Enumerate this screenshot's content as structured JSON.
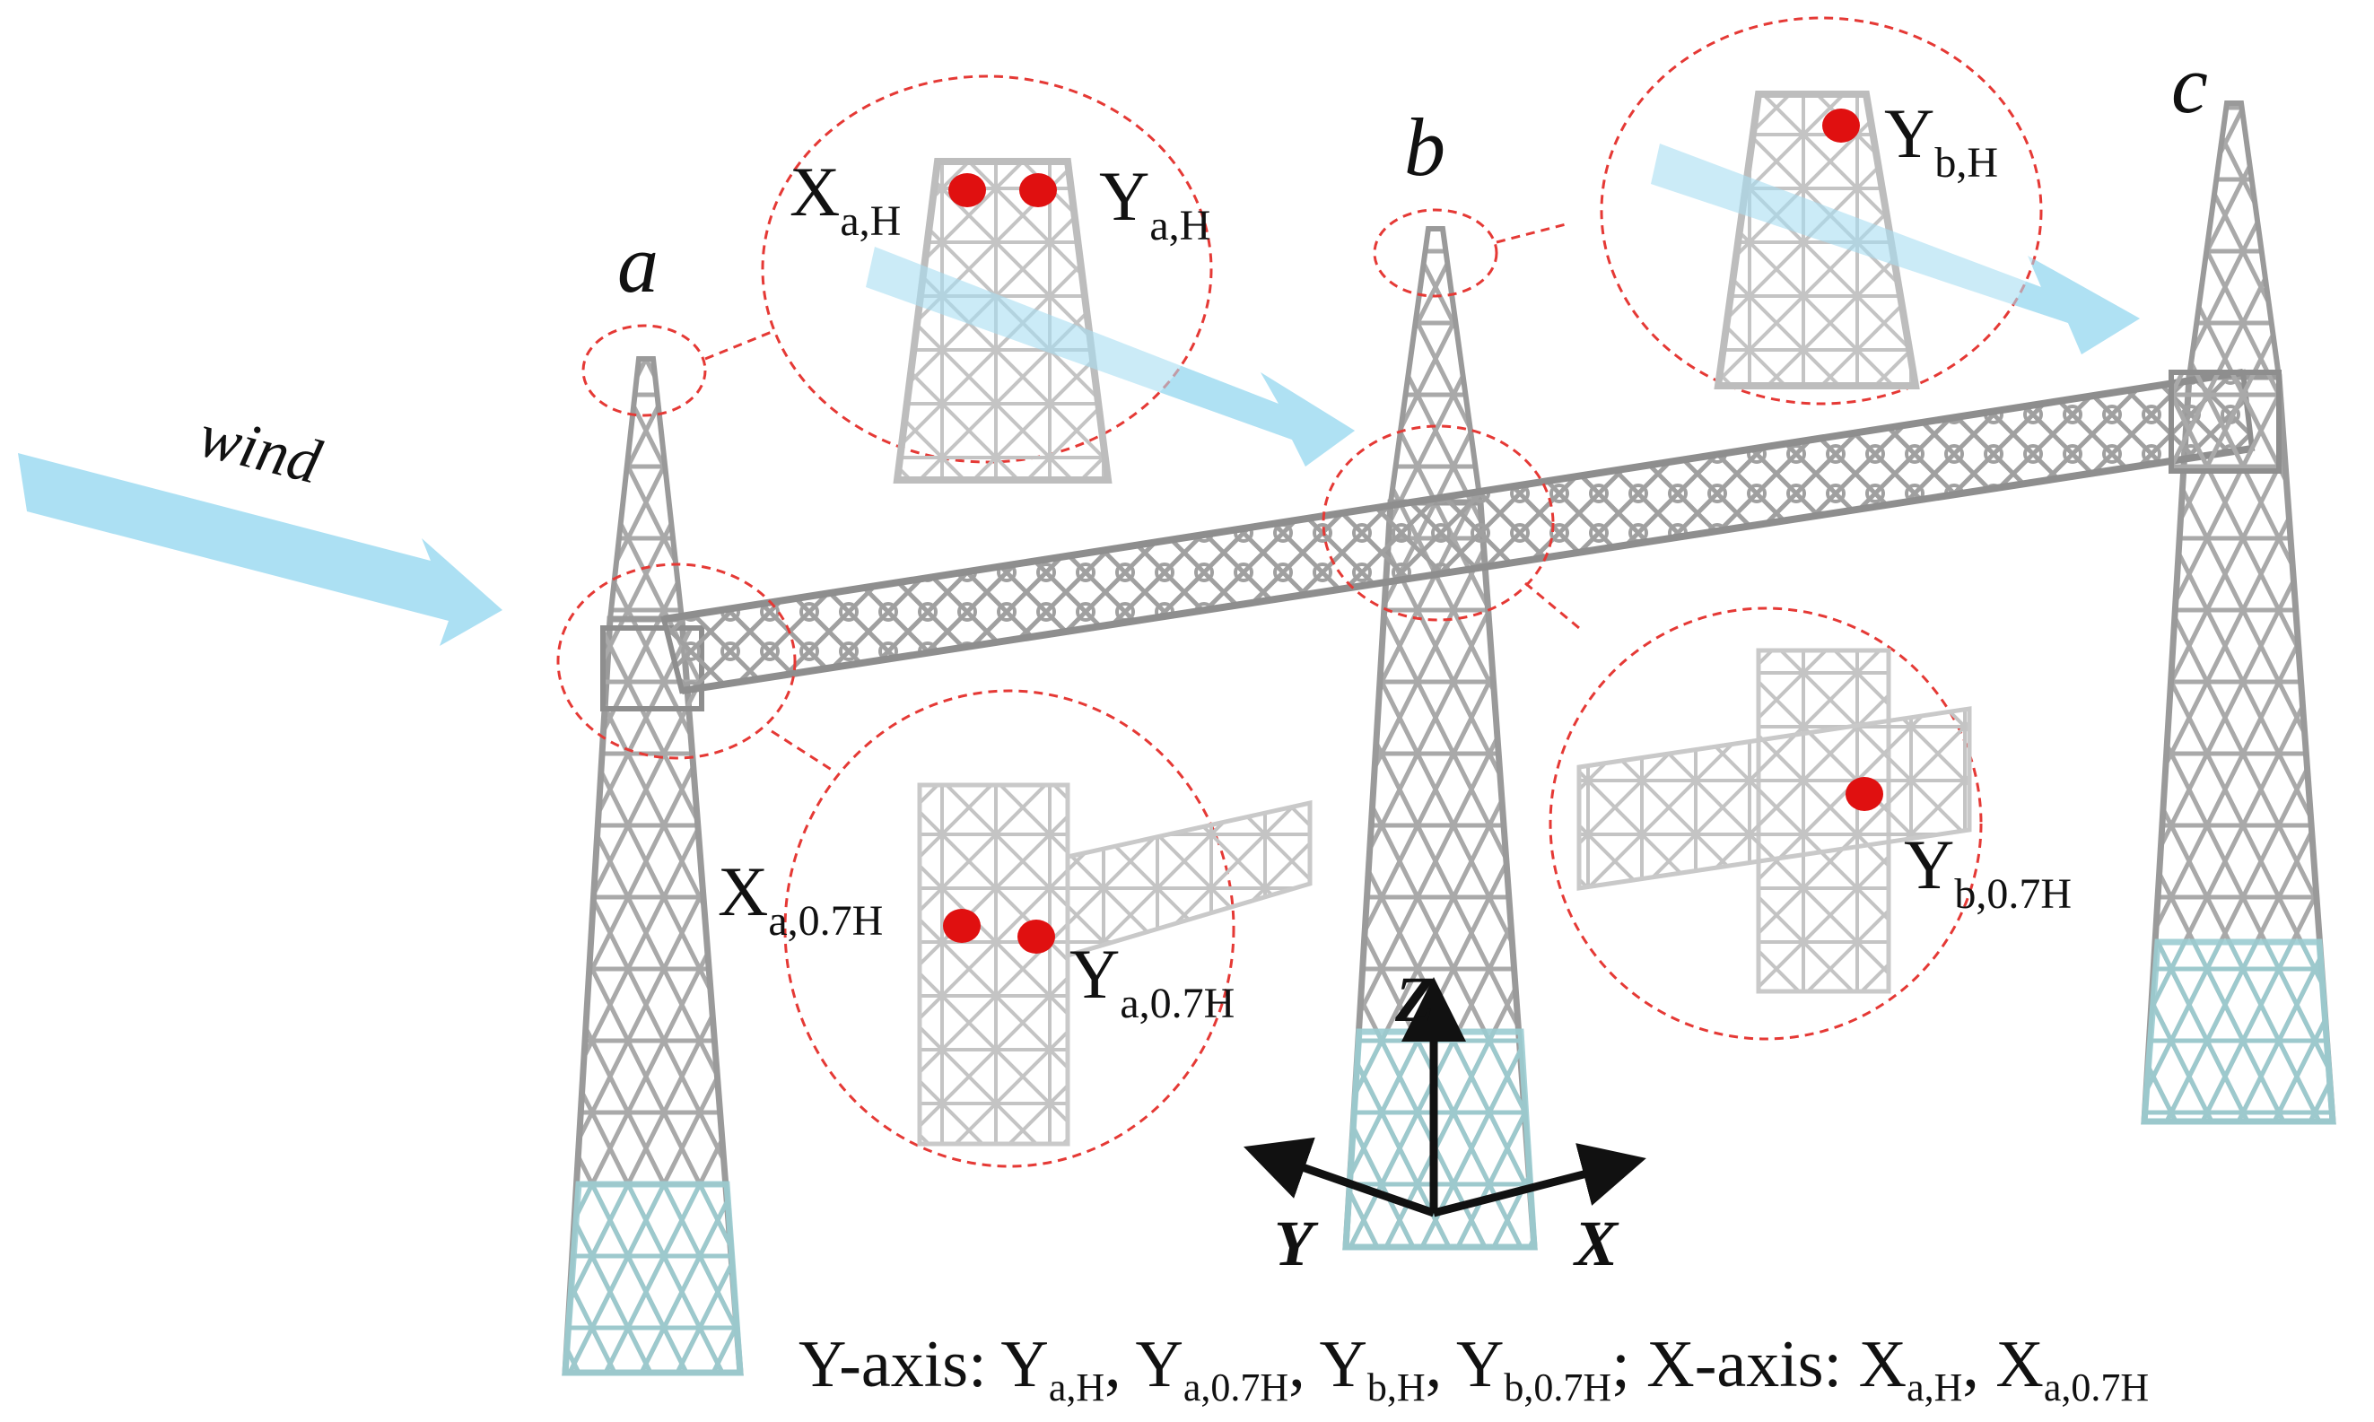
{
  "towers": [
    {
      "id": "a",
      "label": "a"
    },
    {
      "id": "b",
      "label": "b"
    },
    {
      "id": "c",
      "label": "c"
    }
  ],
  "wind_label": "wind",
  "points": [
    {
      "id": "xa-h",
      "main": "X",
      "sub": "a,H"
    },
    {
      "id": "ya-h",
      "main": "Y",
      "sub": "a,H"
    },
    {
      "id": "yb-h",
      "main": "Y",
      "sub": "b,H"
    },
    {
      "id": "xa-07h",
      "main": "X",
      "sub": "a,0.7H"
    },
    {
      "id": "ya-07h",
      "main": "Y",
      "sub": "a,0.7H"
    },
    {
      "id": "yb-07h",
      "main": "Y",
      "sub": "b,0.7H"
    }
  ],
  "axes": {
    "x": "X",
    "y": "Y",
    "z": "Z"
  },
  "caption": {
    "y_prefix": "Y-axis: ",
    "y_items": [
      {
        "main": "Y",
        "sub": "a,H",
        "sep": ", "
      },
      {
        "main": "Y",
        "sub": "a,0.7H",
        "sep": ", "
      },
      {
        "main": "Y",
        "sub": "b,H",
        "sep": ", "
      },
      {
        "main": "Y",
        "sub": "b,0.7H",
        "sep": "; "
      }
    ],
    "x_prefix": "X-axis: ",
    "x_items": [
      {
        "main": "X",
        "sub": "a,H",
        "sep": ", "
      },
      {
        "main": "X",
        "sub": "a,0.7H",
        "sep": ""
      }
    ]
  },
  "colors": {
    "lattice": "#a9a9a9",
    "lattice_dark": "#8e8e8e",
    "tower_base": "#9ccdd2",
    "wind_arrow": "#a8def2",
    "marker": "#e01010",
    "dashed_circle": "#e53935",
    "axis_arrow": "#111111"
  }
}
